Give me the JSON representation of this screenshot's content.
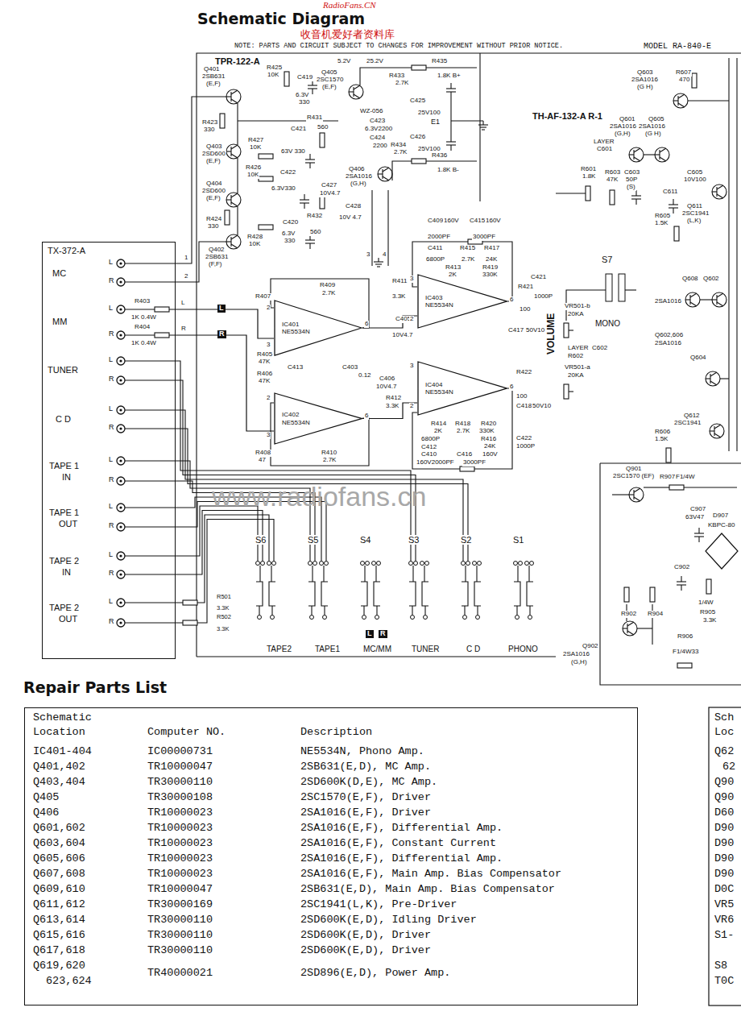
{
  "diagram": {
    "title": "Schematic Diagram",
    "nodes": [
      {
        "text": [
          "TX-372-A"
        ]
      },
      {
        "text": [
          "IC401",
          "NE5534N"
        ]
      },
      {
        "text": [
          "IC402",
          "NE5534N"
        ]
      },
      {
        "text": [
          "IC403",
          "NE5534N"
        ]
      },
      {
        "text": [
          "IC404",
          "NE5534N"
        ]
      },
      {
        "text": [
          "Repair Parts List"
        ]
      }
    ],
    "edges": [
      {
        "from": 0,
        "to": 1,
        "arrow": "none"
      },
      {
        "from": 0,
        "to": 2,
        "arrow": "none"
      },
      {
        "from": 1,
        "to": 3,
        "arrow": "none"
      },
      {
        "from": 2,
        "to": 4,
        "arrow": "none"
      }
    ],
    "labels": [
      "RadioFans.CN",
      "收音机爱好者资料库",
      "NOTE: PARTS AND CIRCUIT SUBJECT TO CHANGES FOR IMPROVEMENT WITHOUT PRIOR NOTICE.",
      "MODEL RA-840-E",
      "TPR-122-A",
      "TH-AF-132-A R-1",
      "Q401",
      "2SB631",
      "(E,F)",
      "R425",
      "10K",
      "C419",
      "6.3V",
      "330",
      "R423",
      "330",
      "Q403",
      "2SD600",
      "(E,F)",
      "R427",
      "10K",
      "C421",
      "63V 330",
      "R431",
      "560",
      "Q404",
      "2SD600",
      "(E,F)",
      "R426",
      "10K",
      "C422",
      "6.3V330",
      "C420",
      "6.3V",
      "330",
      "R424",
      "330",
      "R428",
      "10K",
      "R432",
      "560",
      "Q402",
      "2SB631",
      "(F,F)",
      "Q405",
      "2SC1570",
      "(E,F)",
      "5.2V",
      "25.2V",
      "R435",
      "1.8K B+",
      "R433",
      "2.7K",
      "C425",
      "25V100",
      "E1",
      "C426",
      "25V100",
      "R436",
      "1.8K B-",
      "R434",
      "2.7K",
      "WZ-056",
      "C423",
      "6.3V2200",
      "C424",
      "2200",
      "Q406",
      "2SA1016",
      "(G,H)",
      "C427",
      "10V4.7",
      "C428",
      "10V 4.7",
      "C409",
      "160V",
      "C415",
      "160V",
      "2000PF",
      "3000PF",
      "C411",
      "R415",
      "R417",
      "6800P",
      "2.7K",
      "24K",
      "R413",
      "R419",
      "2K",
      "330K",
      "R411",
      "3.3K",
      "R421",
      "100",
      "C421",
      "1000P",
      "R409",
      "2.7K",
      "R407",
      "C405",
      "10V4.7",
      "C417",
      "50V10",
      "VOLUME",
      "R405",
      "47K",
      "R406",
      "47K",
      "C413",
      "C403",
      "0.12",
      "R408",
      "47",
      "R410",
      "2.7K",
      "C406",
      "10V4.7",
      "R412",
      "3.3K",
      "R422",
      "100",
      "R414",
      "2K",
      "R418",
      "R420",
      "6800P",
      "2.7K",
      "330K",
      "R416",
      "24K",
      "C412",
      "C410",
      "C416",
      "160V",
      "160V2000PF",
      "3000PF",
      "C418",
      "50V10",
      "C422",
      "1000P",
      "R403",
      "1K 0.4W",
      "R404",
      "1K 0.4W",
      "L",
      "R",
      "L",
      "R",
      "1",
      "2",
      "3",
      "4",
      "S7",
      "MONO",
      "VR501-b",
      "20KA",
      "VR501-a",
      "20KA",
      "LAYER",
      "C602",
      "R602",
      "S6",
      "S5",
      "S4",
      "S3",
      "S2",
      "S1",
      "TAPE2",
      "TAPE1",
      "MC/MM",
      "TUNER",
      "C D",
      "PHONO",
      "L",
      "R",
      "R501",
      "3.3K",
      "R502",
      "3.3K",
      "MC",
      "L",
      "R",
      "MM",
      "L",
      "R",
      "TUNER",
      "L",
      "R",
      "C D",
      "L",
      "R",
      "TAPE 1",
      "IN",
      "L",
      "R",
      "TAPE 1",
      "OUT",
      "L",
      "R",
      "TAPE 2",
      "IN",
      "L",
      "R",
      "TAPE 2",
      "OUT",
      "L",
      "R",
      "R607",
      "470",
      "Q603",
      "2SA1016",
      "(G H)",
      "Q601",
      "Q605",
      "2SA1016",
      "2SA1016",
      "(G,H)",
      "(G H)",
      "LAYER",
      "C601",
      "R601",
      "1.8K",
      "R603",
      "47K",
      "C603",
      "50P",
      "(S)",
      "C611",
      "C605",
      "10V100",
      "R605",
      "1.5K",
      "Q611",
      "2SC1941",
      "(L,K)",
      "Q608",
      "Q602",
      "2SA1016",
      "Q602,606",
      "2SA1016",
      "Q604",
      "Q612",
      "2SC1941",
      "R606",
      "1.5K",
      "Q901",
      "2SC1570 (EF)",
      "R907",
      "F1/4W",
      "D907",
      "KBPC-80",
      "R902",
      "R904",
      "R906",
      "F1/4W33",
      "R905",
      "3.3K",
      "1/4W",
      "C902",
      "C907",
      "63V47",
      "Q902",
      "2SA1016",
      "(G,H)",
      "www.radiofans.cn",
      "Schematic",
      "Location",
      "Computer NO.",
      "Description",
      "IC401-404",
      "IC00000731",
      "NE5534N, Phono Amp.",
      "Q401,402",
      "TR10000047",
      "2SB631(E,D), MC Amp.",
      "Q403,404",
      "TR30000110",
      "2SD600K(D,E), MC Amp.",
      "Q405",
      "TR30000108",
      "2SC1570(E,F), Driver",
      "Q406",
      "TR10000023",
      "2SA1016(E,F), Driver",
      "Q601,602",
      "TR10000023",
      "2SA1016(E,F), Differential Amp.",
      "Q603,604",
      "TR10000023",
      "2SA1016(E,F), Constant Current",
      "Q605,606",
      "TR10000023",
      "2SA1016(E,F), Differential Amp.",
      "Q607,608",
      "TR10000023",
      "2SA1016(E,F), Main Amp. Bias Compensator",
      "Q609,610",
      "TR10000047",
      "2SB631(E,D), Main Amp. Bias Compensator",
      "Q611,612",
      "TR30000169",
      "2SC1941(L,K), Pre-Driver",
      "Q613,614",
      "TR30000110",
      "2SD600K(E,D), Idling Driver",
      "Q615,616",
      "TR30000110",
      "2SD600K(E,D), Driver",
      "Q617,618",
      "TR30000110",
      "2SD600K(E,D), Driver",
      "Q619,620",
      "TR40000021",
      "2SD896(E,D), Power Amp.",
      "623,624",
      "Sch",
      "Loc",
      "Q62",
      "62",
      "Q90",
      "Q90",
      "D60",
      "D90",
      "D90",
      "D90",
      "D90",
      "D0C",
      "VR5",
      "VR6",
      "S1-",
      "S8",
      "T0C",
      "2",
      "3",
      "6",
      "2",
      "3",
      "6",
      "3",
      "2",
      "6",
      "3",
      "2",
      "6"
    ]
  }
}
